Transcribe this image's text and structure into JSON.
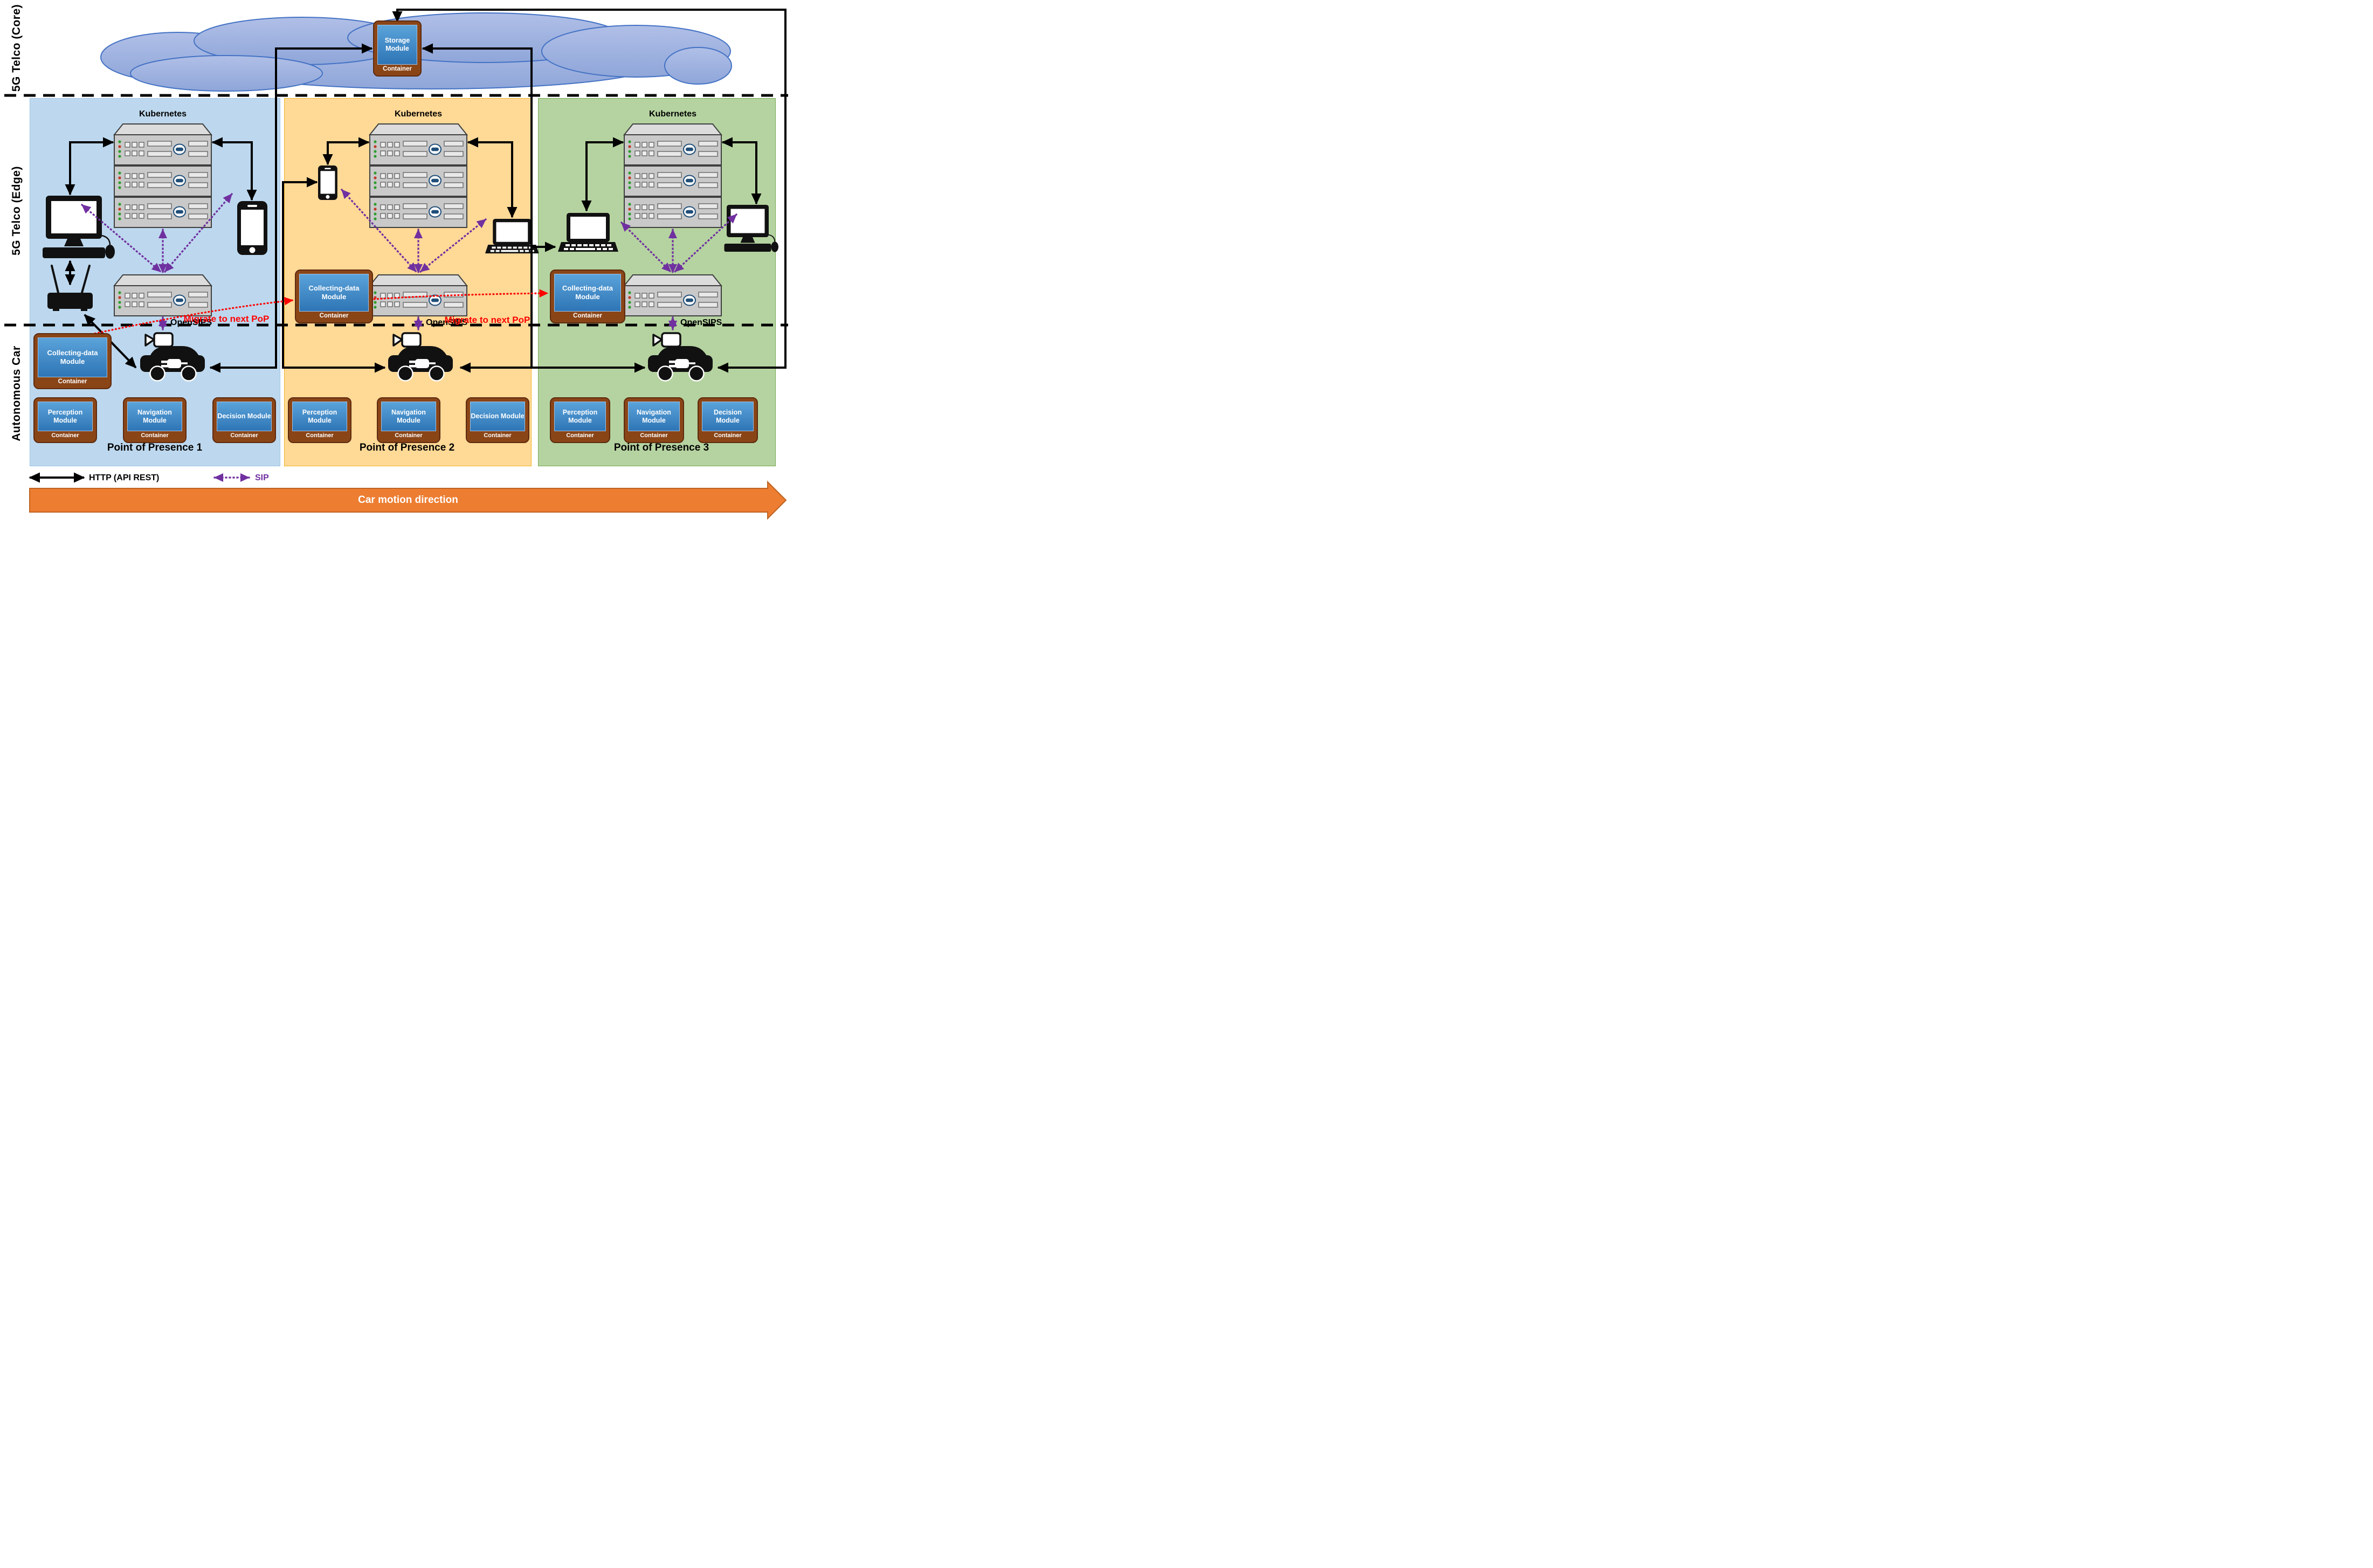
{
  "sections": {
    "core_label": "5G Telco (Core)",
    "edge_label": "5G Telco (Edge)",
    "car_label": "Autonomous Car"
  },
  "storage": {
    "title": "Storage Module",
    "container_label": "Container"
  },
  "pops": [
    {
      "title": "Point of Presence 1",
      "kubernetes_label": "Kubernetes",
      "opensips_label": "OpenSIPS",
      "fill": "#BDD8EE",
      "collecting_module": {
        "title": "Collecting-data Module",
        "container_label": "Container"
      },
      "modules": [
        {
          "title": "Perception Module",
          "container_label": "Container"
        },
        {
          "title": "Navigation Module",
          "container_label": "Container"
        },
        {
          "title": "Decision Module",
          "container_label": "Container"
        }
      ]
    },
    {
      "title": "Point of Presence 2",
      "kubernetes_label": "Kubernetes",
      "opensips_label": "OpenSIPS",
      "fill": "#FFD996",
      "collecting_module": {
        "title": "Collecting-data Module",
        "container_label": "Container"
      },
      "modules": [
        {
          "title": "Perception Module",
          "container_label": "Container"
        },
        {
          "title": "Navigation Module",
          "container_label": "Container"
        },
        {
          "title": "Decision Module",
          "container_label": "Container"
        }
      ]
    },
    {
      "title": "Point of Presence 3",
      "kubernetes_label": "Kubernetes",
      "opensips_label": "OpenSIPS",
      "fill": "#B5D3A0",
      "collecting_module": {
        "title": "Collecting-data Module",
        "container_label": "Container"
      },
      "modules": [
        {
          "title": "Perception Module",
          "container_label": "Container"
        },
        {
          "title": "Navigation Module",
          "container_label": "Container"
        },
        {
          "title": "Decision Module",
          "container_label": "Container"
        }
      ]
    }
  ],
  "migration": {
    "labels": [
      "Migrate to next PoP",
      "Migrate to next PoP"
    ],
    "color": "#FF0000"
  },
  "legend": {
    "http_label": "HTTP (API REST)",
    "sip_label": "SIP",
    "http_color": "#000000",
    "sip_color": "#7030A0"
  },
  "car_motion": {
    "label": "Car motion direction",
    "fill": "#ED7D31"
  }
}
